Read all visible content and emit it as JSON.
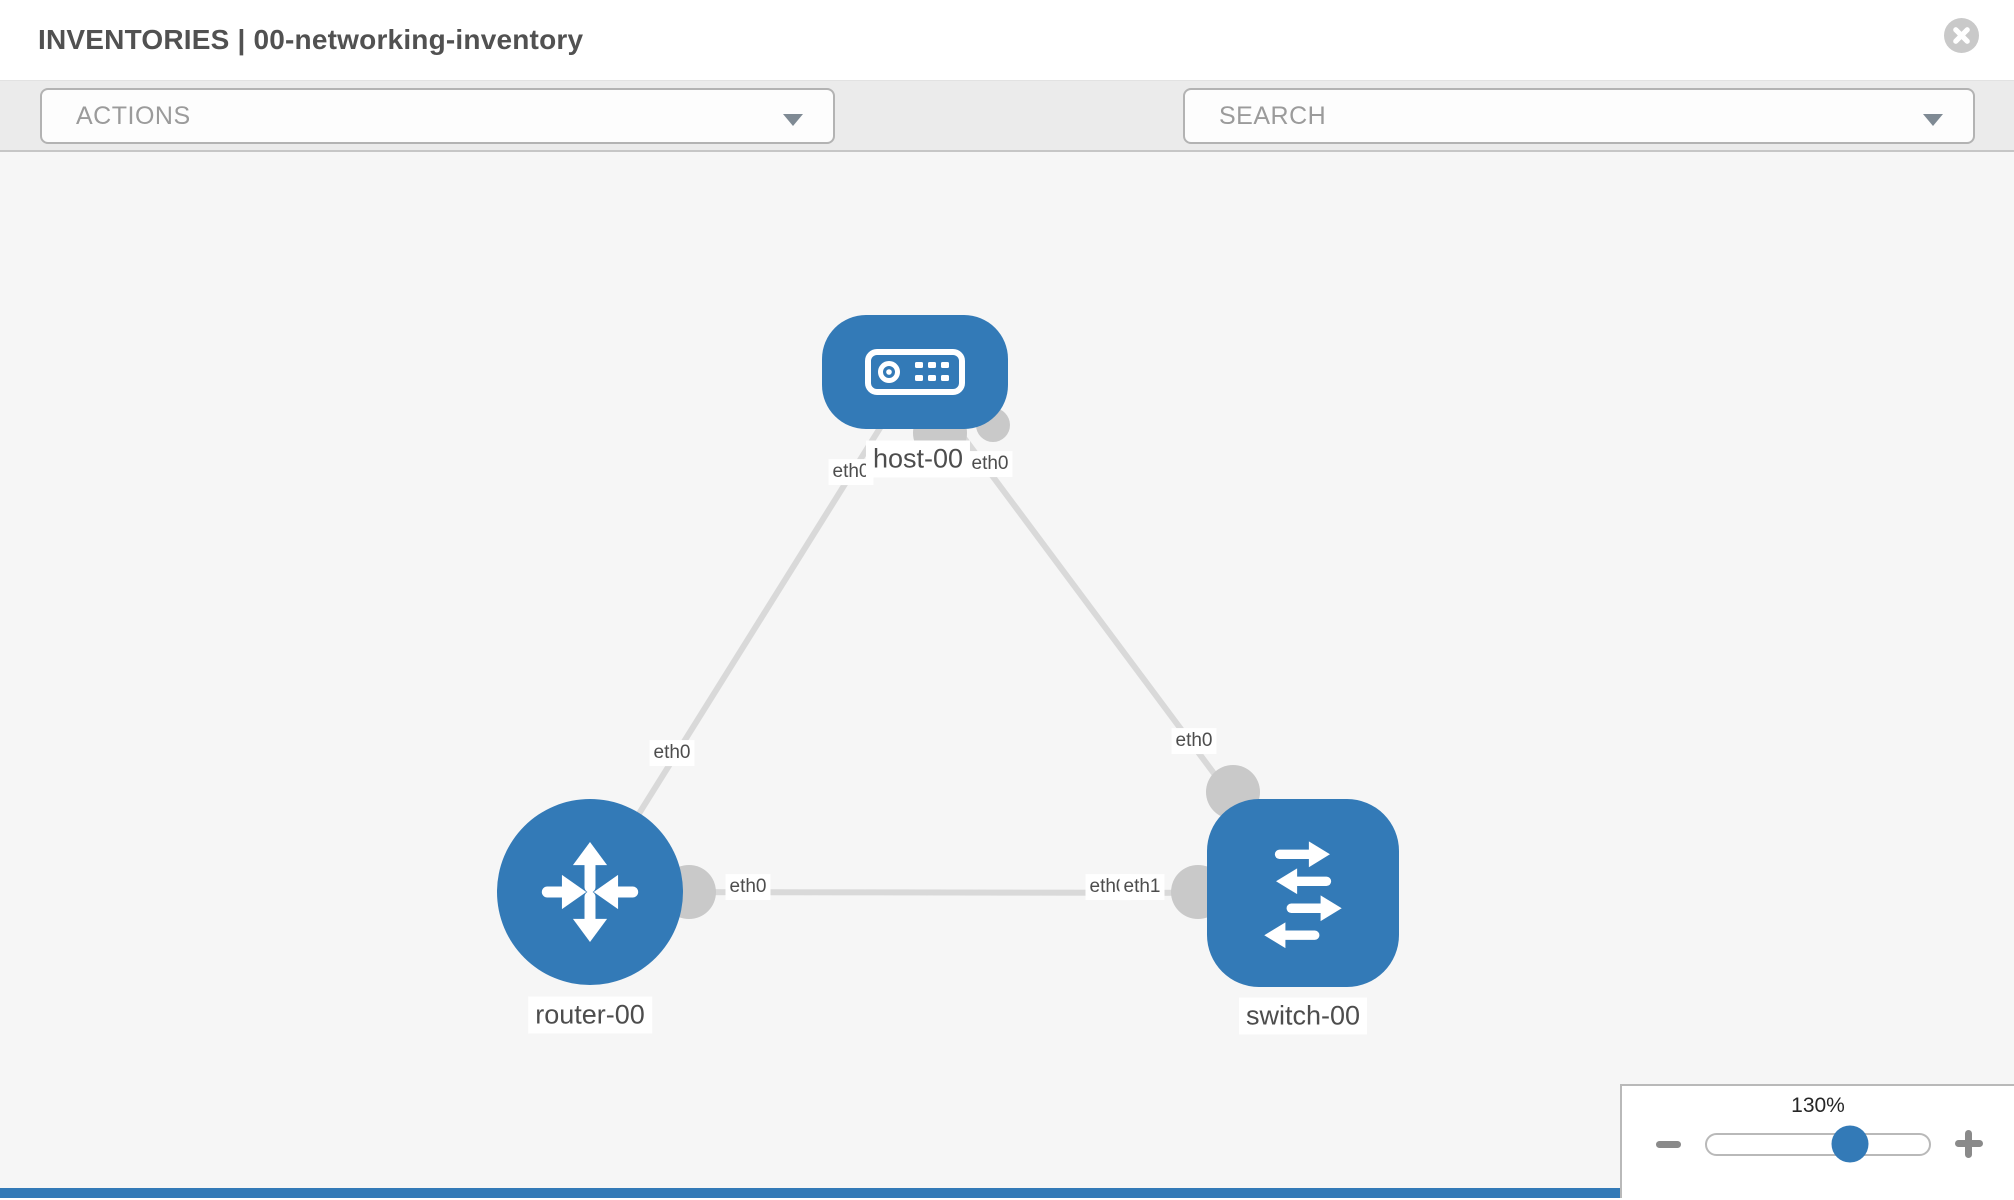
{
  "header": {
    "title": "INVENTORIES | 00-networking-inventory"
  },
  "toolbar": {
    "actions_placeholder": "ACTIONS",
    "search_placeholder": "SEARCH"
  },
  "icons": {
    "close": "times-circle-icon",
    "wrench": "wrench-icon",
    "key": "key-icon",
    "actions_caret": "chevron-down-icon",
    "search_caret": "chevron-down-icon",
    "host": "server-icon",
    "router": "router-arrows-icon",
    "switch": "switch-arrows-icon"
  },
  "colors": {
    "node_blue": "#337ab7",
    "link_gray": "#d9d9d9",
    "connector_gray": "#c9c9c9",
    "toolbar_gray": "#ebebeb",
    "canvas_gray": "#f6f6f6"
  },
  "topology": {
    "nodes": [
      {
        "id": "host-00",
        "type": "host",
        "label": "host-00"
      },
      {
        "id": "router-00",
        "type": "router",
        "label": "router-00"
      },
      {
        "id": "switch-00",
        "type": "switch",
        "label": "switch-00"
      }
    ],
    "links": [
      {
        "source": "host-00",
        "target": "router-00",
        "source_interface": "eth0",
        "target_interface": "eth0"
      },
      {
        "source": "host-00",
        "target": "switch-00",
        "source_interface": "eth0",
        "target_interface": "eth0"
      },
      {
        "source": "router-00",
        "target": "switch-00",
        "source_interface": "eth0",
        "target_interface": "eth1"
      }
    ],
    "interface_labels": [
      {
        "text": "eth0"
      },
      {
        "text": "eth0"
      },
      {
        "text": "eth0"
      },
      {
        "text": "eth0"
      },
      {
        "text": "eth0"
      },
      {
        "text": "eth0"
      },
      {
        "text": "eth1"
      }
    ]
  },
  "zoom_control": {
    "level": "130%",
    "thumb_percent": 64.5
  }
}
